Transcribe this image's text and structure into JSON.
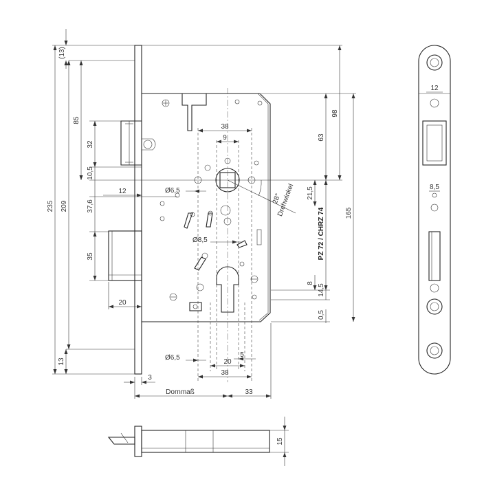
{
  "dimensions": {
    "d13_top": "(13)",
    "d235": "235",
    "d209": "209",
    "d85": "85",
    "d32": "32",
    "d10_5": "10,5",
    "d12_left": "12",
    "d37_6": "37,6",
    "d35": "35",
    "d20_left": "20",
    "d13_bottom": "13",
    "d3": "3",
    "dornmass": "Dornmaß",
    "d33": "33",
    "d38_top": "38",
    "d9": "9",
    "d6_5_top": "Ø6,5",
    "d8_5_dia": "Ø8,5",
    "d6_5_bottom": "Ø6,5",
    "d20_bottom": "20",
    "d5": "5",
    "d38_bottom": "38",
    "d98": "98",
    "d63": "63",
    "d165": "165",
    "d21_5": "21,5",
    "d8": "8",
    "d14_5": "14,5",
    "d0_5": "0,5",
    "angle": "28°",
    "drehwinkel": "Drehwinkel",
    "pz_label": "PZ 72 / CHRZ 74",
    "d12_plate": "12",
    "d8_5_plate": "8,5",
    "d15": "15"
  }
}
